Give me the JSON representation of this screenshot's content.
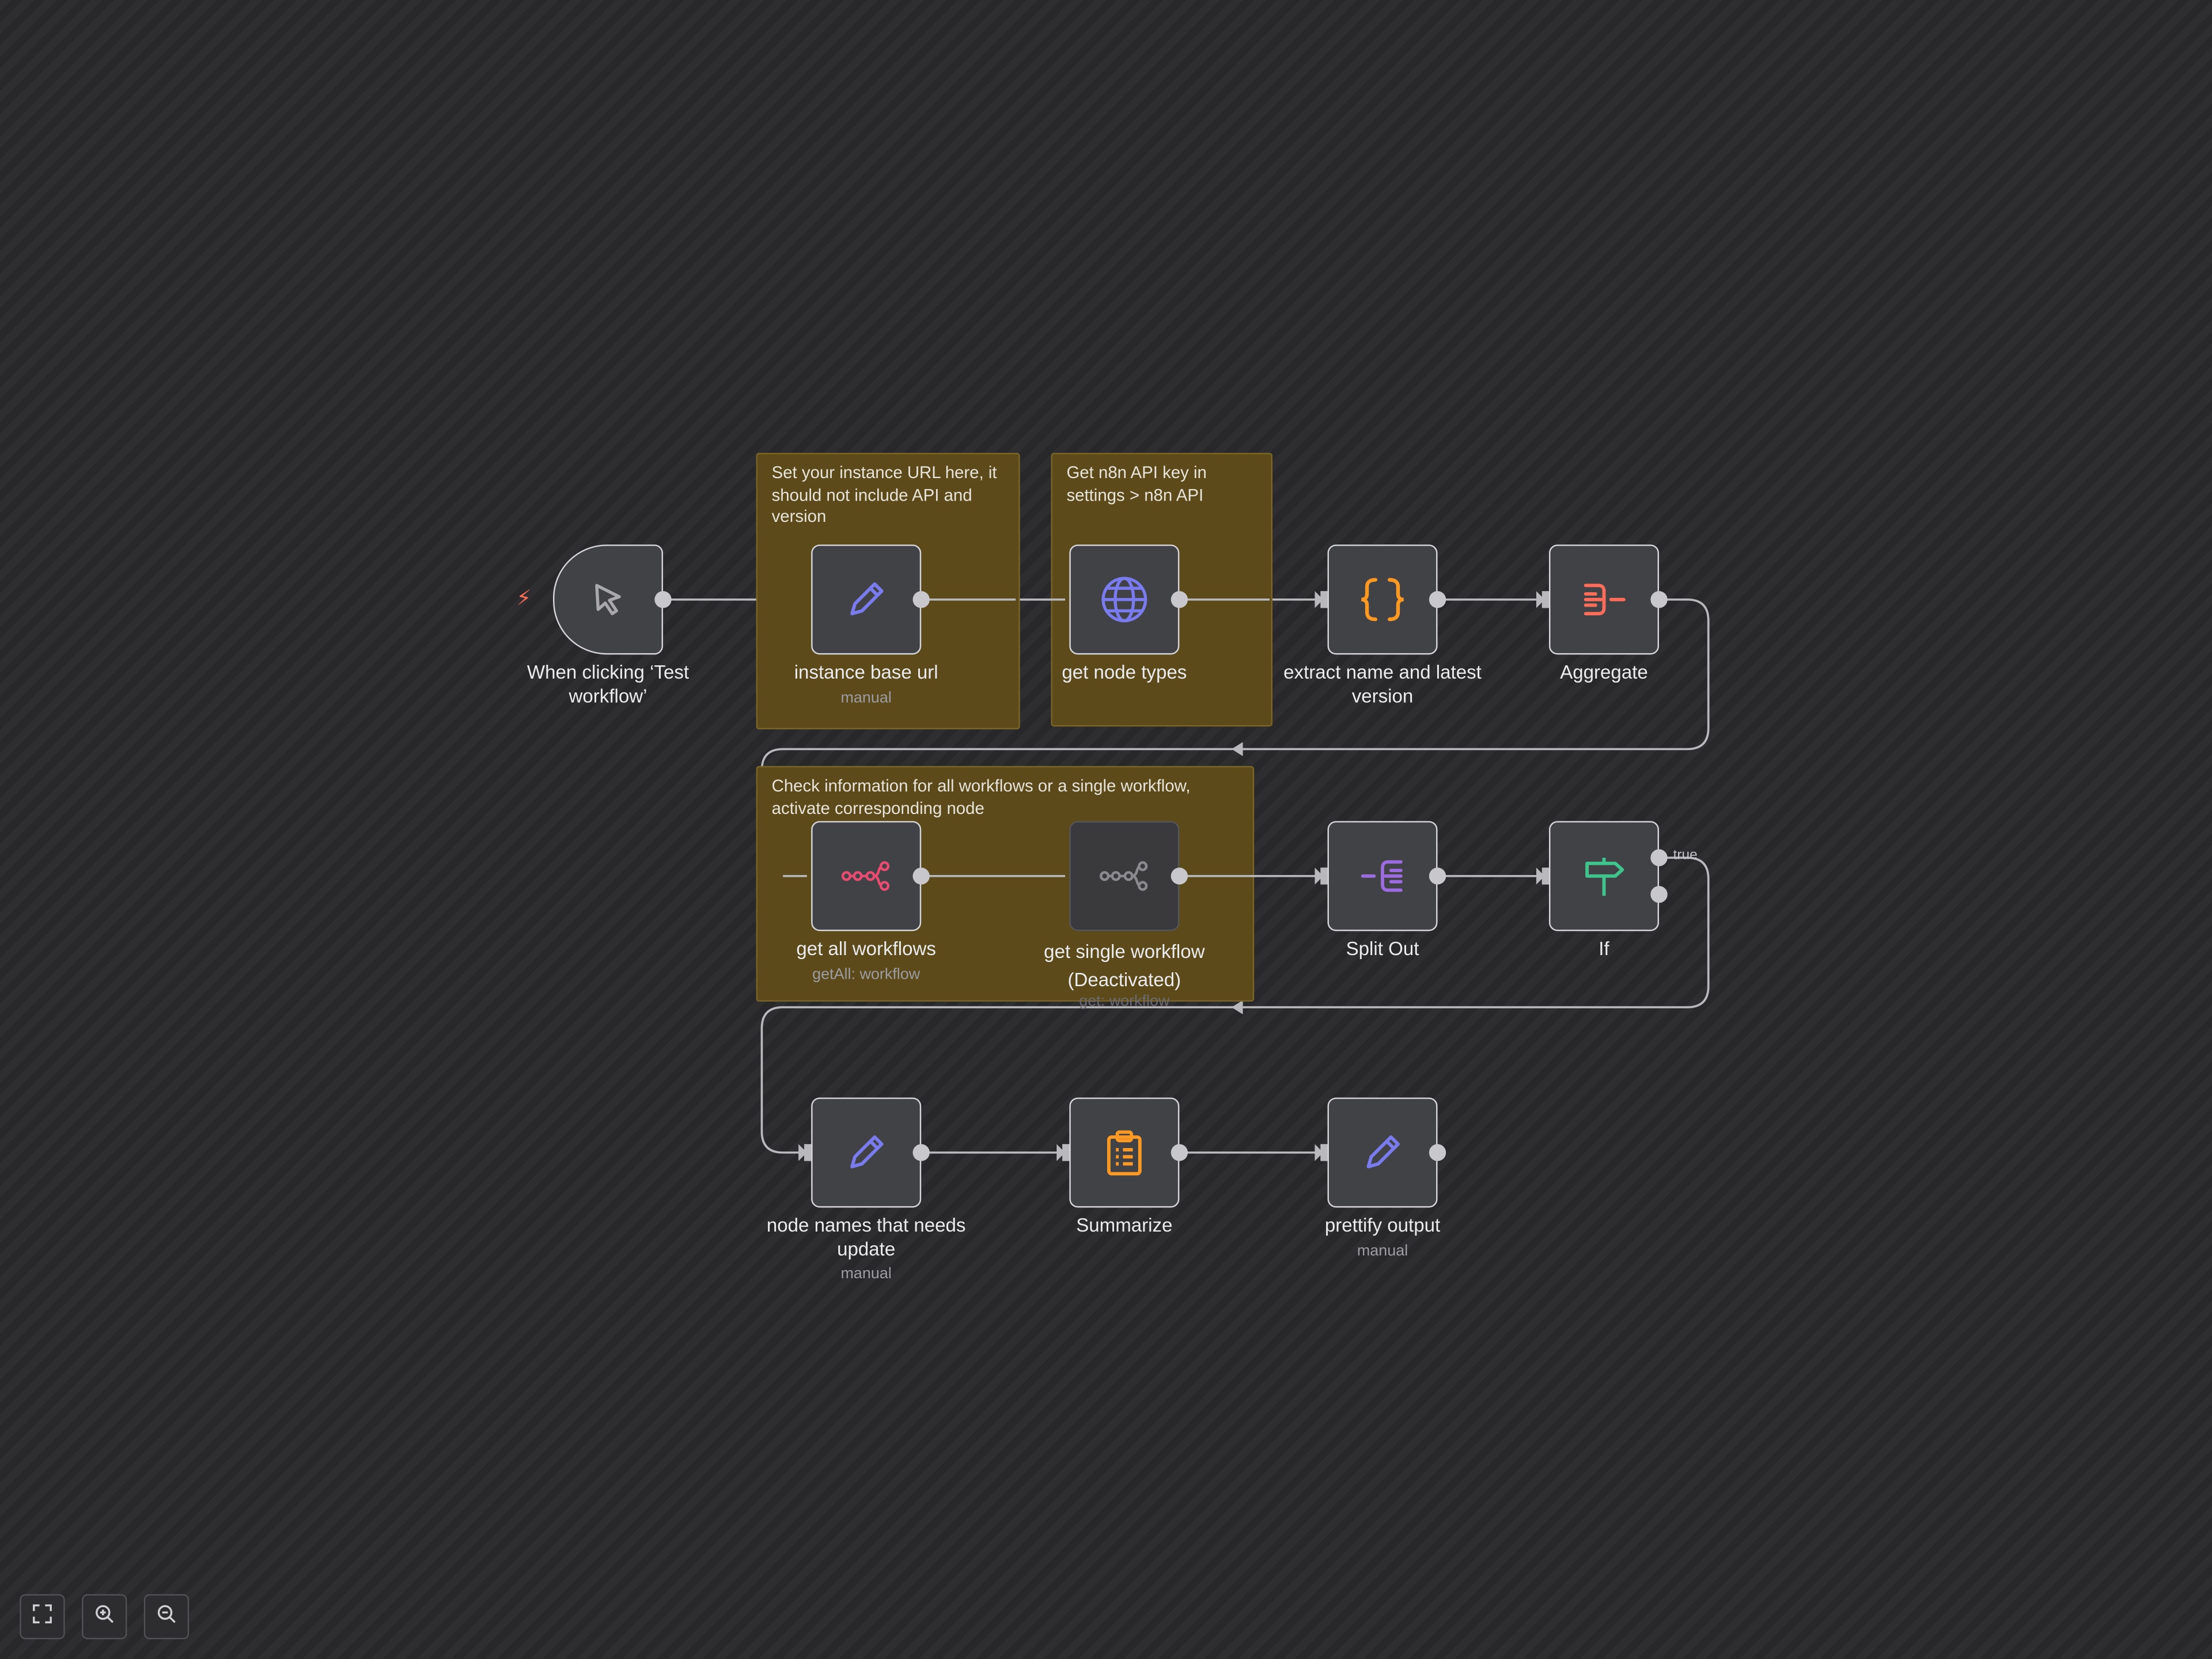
{
  "workflow": {
    "sticky_notes": [
      {
        "id": "note-instance-url",
        "text": "Set your instance URL here, it should not include API and version"
      },
      {
        "id": "note-api-key",
        "text": "Get n8n API key in settings > n8n API"
      },
      {
        "id": "note-check-info",
        "text": "Check information for all workflows or a single workflow, activate corresponding node"
      }
    ],
    "nodes": [
      {
        "id": "trigger",
        "label": "When clicking ‘Test workflow’",
        "subtitle": "",
        "icon": "cursor-icon",
        "color": "#a8a8ad"
      },
      {
        "id": "instance-base-url",
        "label": "instance base url",
        "subtitle": "manual",
        "icon": "pencil-icon",
        "color": "#7b7bf0"
      },
      {
        "id": "get-node-types",
        "label": "get node types",
        "subtitle": "",
        "icon": "globe-icon",
        "color": "#7b7bf0"
      },
      {
        "id": "extract-name",
        "label": "extract name and latest version",
        "subtitle": "",
        "icon": "code-braces-icon",
        "color": "#ff9922"
      },
      {
        "id": "aggregate",
        "label": "Aggregate",
        "subtitle": "",
        "icon": "aggregate-icon",
        "color": "#ff6d5a"
      },
      {
        "id": "get-all-workflows",
        "label": "get all workflows",
        "subtitle": "getAll: workflow",
        "icon": "n8n-logo-icon",
        "color": "#ea4b71"
      },
      {
        "id": "get-single-workflow",
        "label": "get single workflow (Deactivated)",
        "subtitle": "get: workflow",
        "icon": "n8n-logo-icon",
        "color": "#8a8a8f"
      },
      {
        "id": "split-out",
        "label": "Split Out",
        "subtitle": "",
        "icon": "split-out-icon",
        "color": "#9b6bdf"
      },
      {
        "id": "if",
        "label": "If",
        "subtitle": "",
        "icon": "signpost-icon",
        "color": "#3ec48c"
      },
      {
        "id": "node-names-update",
        "label": "node names that needs update",
        "subtitle": "manual",
        "icon": "pencil-icon",
        "color": "#7b7bf0"
      },
      {
        "id": "summarize",
        "label": "Summarize",
        "subtitle": "",
        "icon": "clipboard-icon",
        "color": "#ff9922"
      },
      {
        "id": "prettify-output",
        "label": "prettify output",
        "subtitle": "manual",
        "icon": "pencil-icon",
        "color": "#7b7bf0"
      }
    ],
    "edge_labels": {
      "if_true": "true"
    }
  },
  "colors": {
    "edge": "#b8b8bd",
    "sticky": "#5c4a1a",
    "node_border": "#d6d6da"
  }
}
